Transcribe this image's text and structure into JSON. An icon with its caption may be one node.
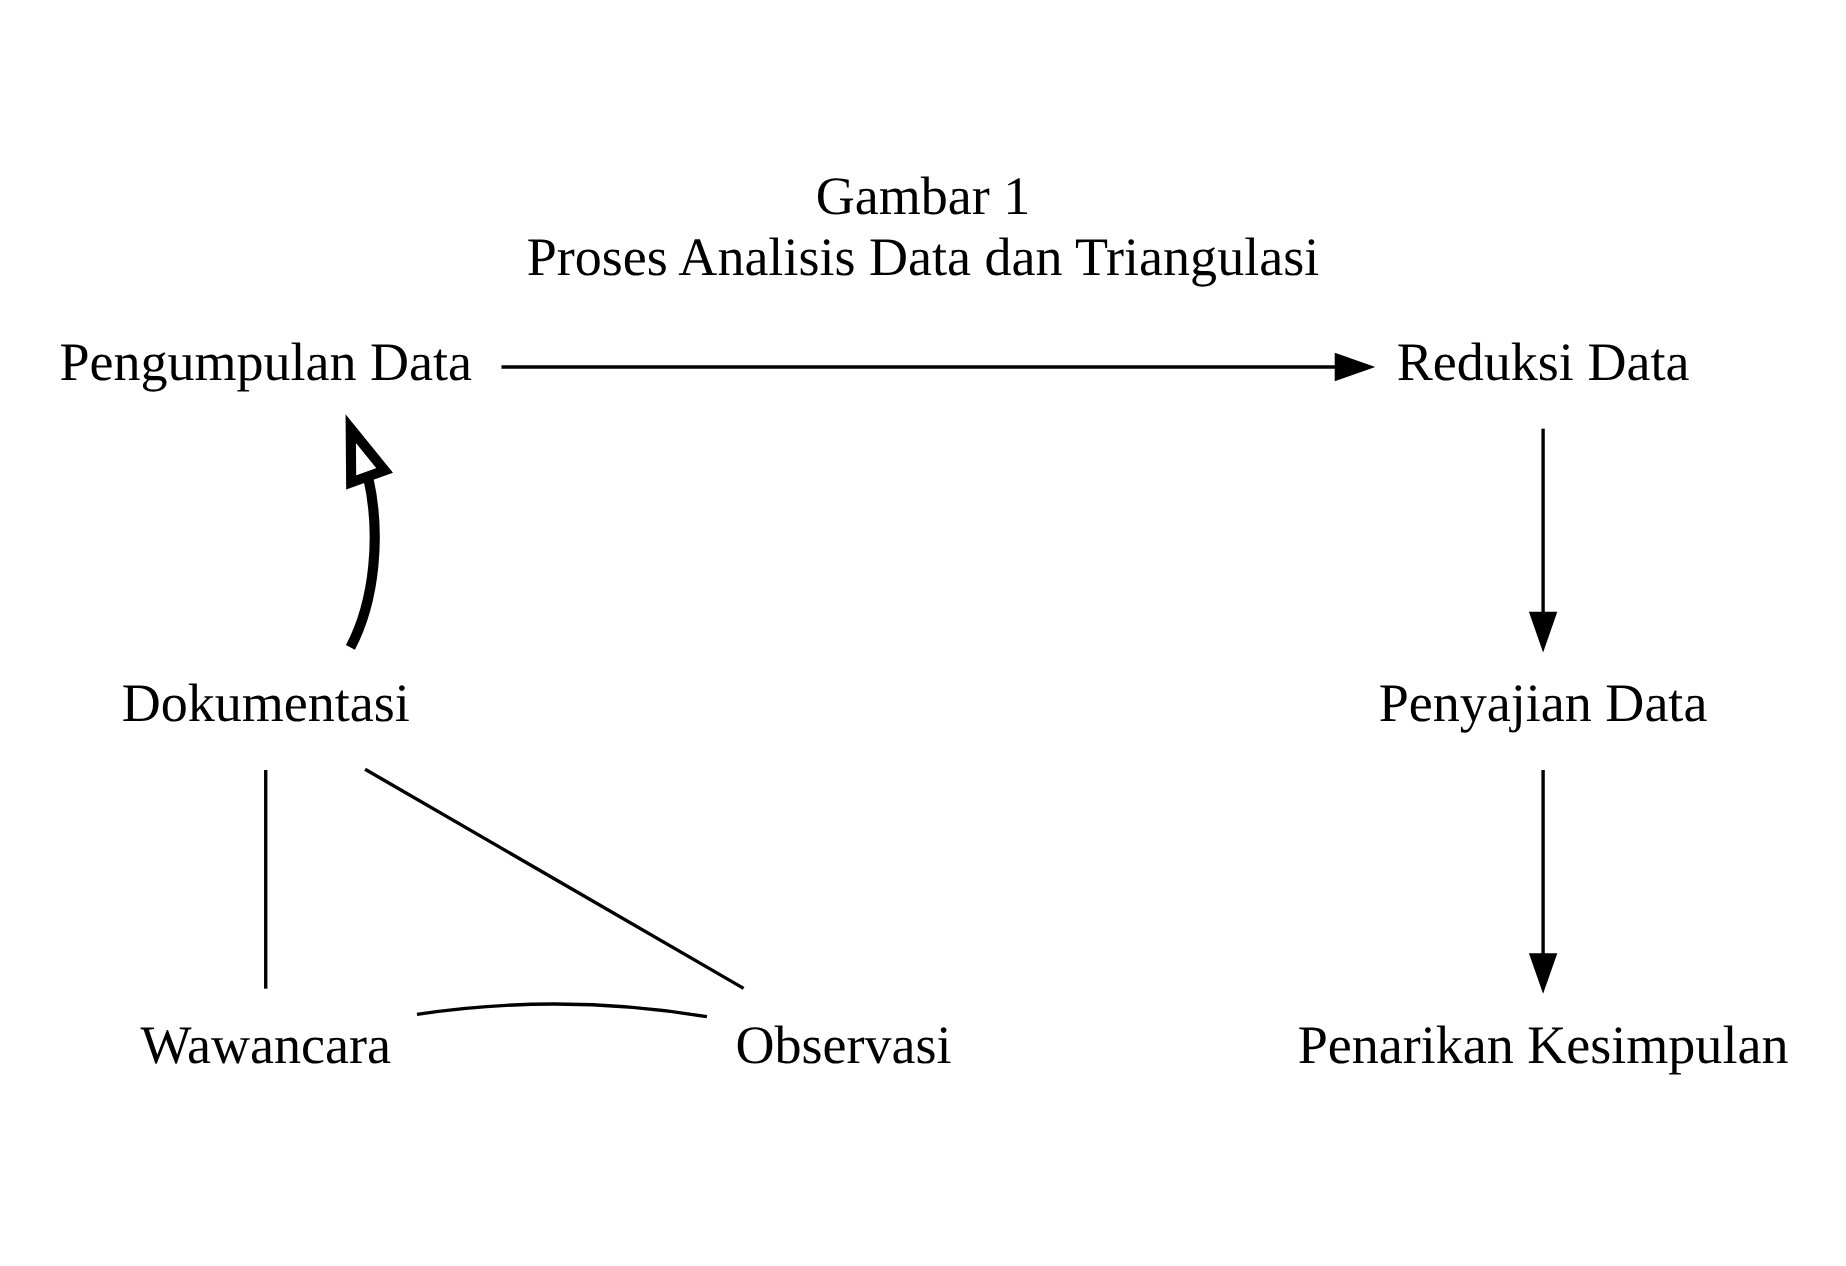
{
  "diagram": {
    "title": "Gambar 1",
    "caption": "Proses Analisis Data dan Triangulasi",
    "nodes": [
      {
        "text": [
          "Pengumpulan Data"
        ]
      },
      {
        "text": [
          "Reduksi Data"
        ]
      },
      {
        "text": [
          "Dokumentasi"
        ]
      },
      {
        "text": [
          "Penyajian Data"
        ]
      },
      {
        "text": [
          "Wawancara"
        ]
      },
      {
        "text": [
          "Observasi"
        ]
      },
      {
        "text": [
          "Penarikan Kesimpulan"
        ]
      }
    ],
    "edges": [
      {
        "from": 0,
        "to": 1,
        "arrow": "to"
      },
      {
        "from": 1,
        "to": 3,
        "arrow": "to"
      },
      {
        "from": 3,
        "to": 6,
        "arrow": "to"
      },
      {
        "from": 2,
        "to": 0,
        "arrow": "to",
        "style": "thick"
      },
      {
        "from": 2,
        "to": 4,
        "arrow": "none"
      },
      {
        "from": 4,
        "to": 5,
        "arrow": "none"
      },
      {
        "from": 5,
        "to": 2,
        "arrow": "none"
      }
    ]
  }
}
